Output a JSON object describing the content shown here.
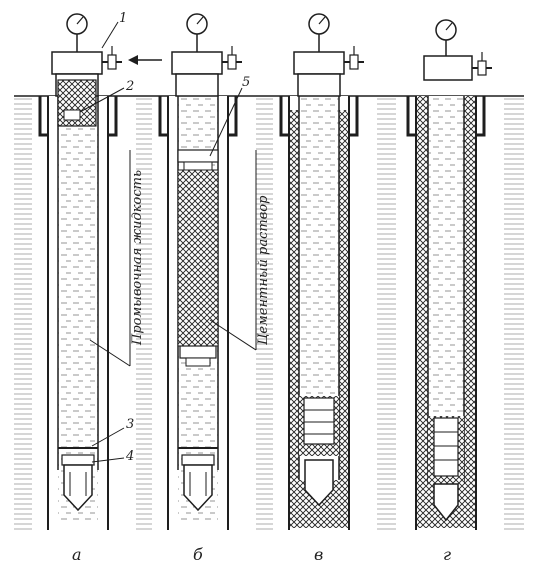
{
  "diagram": {
    "callouts": [
      "1",
      "2",
      "3",
      "4",
      "5"
    ],
    "panel_labels": [
      "а",
      "б",
      "в",
      "г"
    ],
    "annotations": {
      "flushing_fluid": "Промывочная жидкость",
      "cement_slurry": "Цементный раствор"
    },
    "colors": {
      "ink": "#1e1e1e",
      "fluid": "#7d7d7d",
      "background": "#ffffff"
    },
    "icons": [
      "pressure-gauge-icon",
      "valve-icon",
      "arrow-left-icon"
    ]
  }
}
